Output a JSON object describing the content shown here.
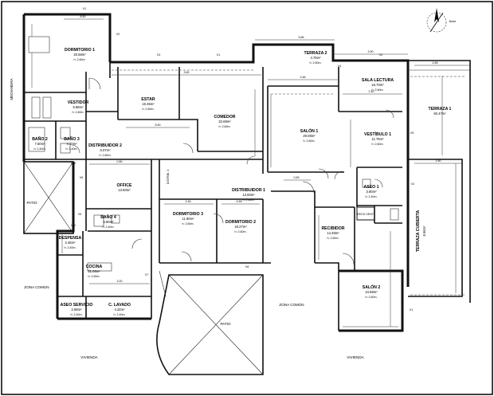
{
  "rooms": [
    {
      "id": "dormitorio1",
      "name": "DORMITORIO 1",
      "area": "20.68m²",
      "height": "h: 2,60m."
    },
    {
      "id": "vestidor",
      "name": "VESTIDOR",
      "area": "5.88m²",
      "height": "h: 2,60m."
    },
    {
      "id": "bano2",
      "name": "BAÑO 2",
      "area": "7.50m²",
      "height": "h: 2,40m."
    },
    {
      "id": "bano3",
      "name": "BAÑO 3",
      "area": "4.10m²",
      "height": "h: 2,40m."
    },
    {
      "id": "distribuidor2",
      "name": "DISTRIBUIDOR 2",
      "area": "6.07m²",
      "height": "h: 2,60m."
    },
    {
      "id": "estar",
      "name": "ESTAR",
      "area": "19.35m²",
      "height": "h: 2,60m."
    },
    {
      "id": "comedor",
      "name": "COMEDOR",
      "area": "22.69m²",
      "height": "h: 2,60m."
    },
    {
      "id": "terraza2",
      "name": "TERRAZA 2",
      "area": "4.76m²",
      "height": "h: 2,50m."
    },
    {
      "id": "salon1",
      "name": "SALÓN 1",
      "area": "29.08m²",
      "height": "h: 2,60m."
    },
    {
      "id": "salalectura",
      "name": "SALA LECTURA",
      "area": "16.70m²",
      "height": "h: 2,60m."
    },
    {
      "id": "vestibulo1",
      "name": "VESTÍBULO 1",
      "area": "11.76m²",
      "height": "h: 2,60m."
    },
    {
      "id": "terraza1",
      "name": "TERRAZA 1",
      "area": "60.47m²",
      "height": ""
    },
    {
      "id": "aseo1",
      "name": "ASEO 1",
      "area": "3.80m²",
      "height": "h: 2,40m."
    },
    {
      "id": "patiovent",
      "name": "PATIO VENT.",
      "area": "",
      "height": ""
    },
    {
      "id": "distribuidor1",
      "name": "DISTRIBUIDOR 1",
      "area": "13.60m²",
      "height": "h: 2,60m."
    },
    {
      "id": "distribuidor3",
      "name": "DISTRIB. 3",
      "area": "4.60m²",
      "height": ""
    },
    {
      "id": "office",
      "name": "OFFICE",
      "area": "13.60m²",
      "height": "h: 2,60m."
    },
    {
      "id": "dormitorio3",
      "name": "DORMITORIO 3",
      "area": "11.80m²",
      "height": "h: 2,60m."
    },
    {
      "id": "dormitorio2",
      "name": "DORMITORIO 2",
      "area": "18.27m²",
      "height": "h: 2,60m."
    },
    {
      "id": "bano4",
      "name": "BAÑO 4",
      "area": "5.80m²",
      "height": "h: 2,40m."
    },
    {
      "id": "despensa",
      "name": "DESPENSA",
      "area": "2.46m²",
      "height": "h: 2,40m."
    },
    {
      "id": "cocina",
      "name": "COCINA",
      "area": "21.06m²",
      "height": "h: 2,60m."
    },
    {
      "id": "recibidor",
      "name": "RECIBIDOR",
      "area": "14.48m²",
      "height": "h: 2,60m."
    },
    {
      "id": "salon2",
      "name": "SALÓN 2",
      "area": "24.88m²",
      "height": "h: 2,60m."
    },
    {
      "id": "aseoservicio",
      "name": "ASEO SERVICIO",
      "area": "2.68m²",
      "height": "h: 2,40m."
    },
    {
      "id": "clavado",
      "name": "C. LAVADO",
      "area": "4.32m²",
      "height": "h: 2,40m."
    },
    {
      "id": "terrazacubierta",
      "name": "TERRAZA CUBIERTA",
      "area": "8.56m²",
      "height": ""
    }
  ],
  "areas": {
    "medianera": "MEDIANERA",
    "patio_left": "PATIO",
    "zona_comun_left": "ZONA COMÚN",
    "zona_comun_right": "ZONA COMÚN",
    "patio_bottom": "PATIO",
    "vivienda_left": "VIVIENDA",
    "vivienda_right": "VIVIENDA",
    "north": "Norte"
  },
  "window_tags": [
    "V1",
    "V2",
    "V3",
    "V4",
    "V5",
    "V6",
    "V7",
    "V8",
    "V9",
    "V10",
    "V11"
  ],
  "dimensions": [
    "5.85",
    "3.90",
    "4.85",
    "3.60",
    "3.46",
    "2.40",
    "1.60",
    "0.80",
    "3.20",
    "2.45",
    "4.55",
    "5.50",
    "8.50",
    "0.83",
    "1.23",
    "2.95",
    "3.53",
    "1.71",
    "6.73",
    "4.72"
  ]
}
